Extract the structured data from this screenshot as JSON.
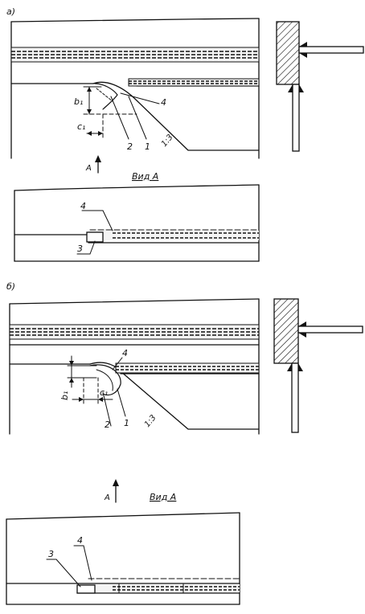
{
  "figure": {
    "panel_a": {
      "label": "а)",
      "view_label": "Вид А",
      "arrow_label": "А",
      "dimensions": {
        "b": "b₁",
        "c": "c₁"
      },
      "slope": "1:3",
      "callouts": [
        "4",
        "2",
        "1",
        "3"
      ]
    },
    "panel_b": {
      "label": "б)",
      "view_label": "Вид А",
      "arrow_label": "А",
      "dimensions": {
        "b": "b₁",
        "c": "c₁"
      },
      "slope": "1:3",
      "callouts": [
        "4",
        "2",
        "1",
        "3"
      ]
    }
  }
}
